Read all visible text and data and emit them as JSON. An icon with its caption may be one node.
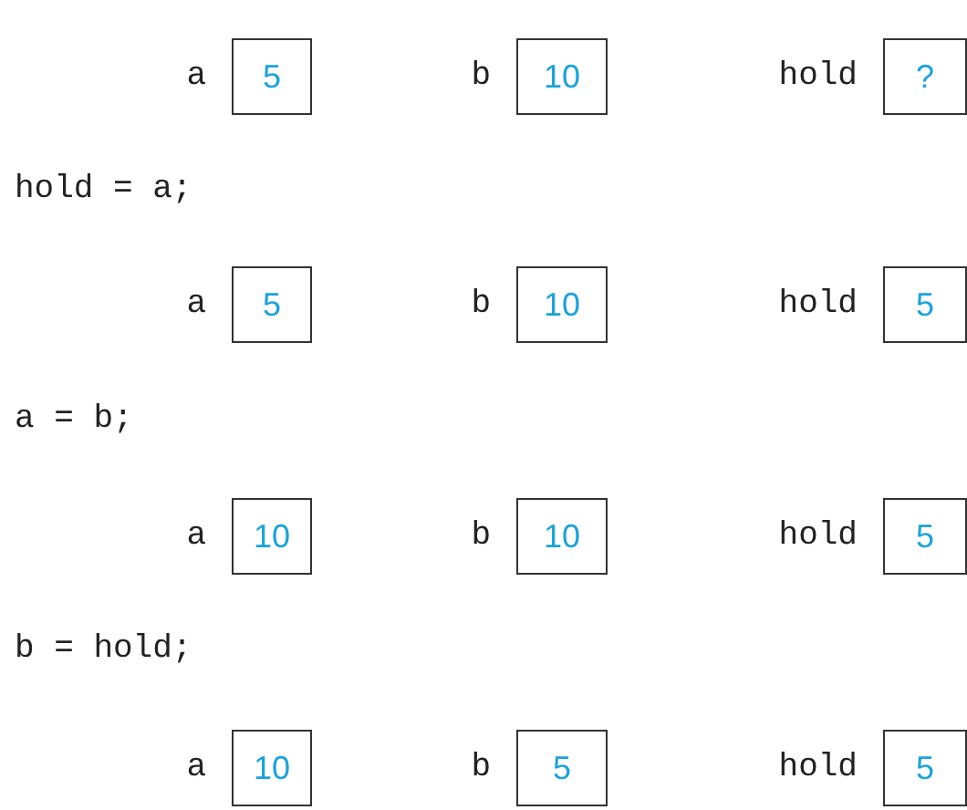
{
  "diagram": {
    "nodes": [
      {
        "text": [
          "5"
        ],
        "beside": [
          "a"
        ]
      },
      {
        "text": [
          "10"
        ],
        "beside": [
          "b"
        ]
      },
      {
        "text": [
          "?"
        ],
        "beside": [
          "hold"
        ]
      },
      {
        "text": [
          "5"
        ],
        "beside": [
          "a"
        ]
      },
      {
        "text": [
          "10"
        ],
        "beside": [
          "b"
        ]
      },
      {
        "text": [
          "5"
        ],
        "beside": [
          "hold"
        ]
      },
      {
        "text": [
          "10"
        ],
        "beside": [
          "a"
        ]
      },
      {
        "text": [
          "10"
        ],
        "beside": [
          "b"
        ]
      },
      {
        "text": [
          "5"
        ],
        "beside": [
          "hold"
        ]
      },
      {
        "text": [
          "10"
        ],
        "beside": [
          "a"
        ]
      },
      {
        "text": [
          "5"
        ],
        "beside": [
          "b"
        ]
      },
      {
        "text": [
          "5"
        ],
        "beside": [
          "hold"
        ]
      }
    ],
    "labels": [
      "hold = a;",
      "a = b;",
      "b = hold;"
    ]
  }
}
